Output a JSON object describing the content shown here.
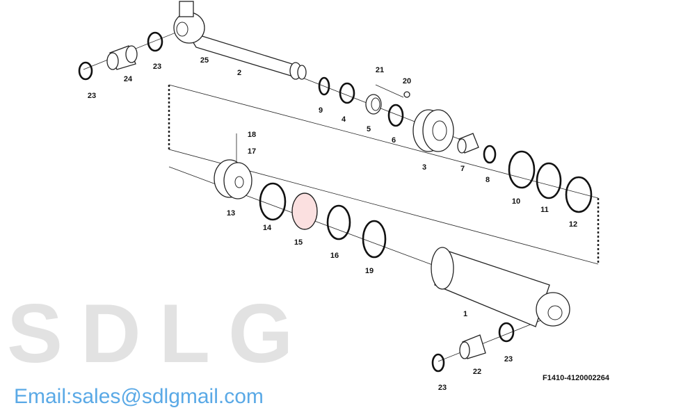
{
  "watermark": {
    "brand": "SDLG",
    "email": "Email:sales@sdlgmail.com"
  },
  "figure_code": "F1410-4120002264",
  "part_labels": [
    "23",
    "24",
    "23",
    "25",
    "2",
    "21",
    "20",
    "9",
    "4",
    "5",
    "6",
    "3",
    "7",
    "8",
    "10",
    "11",
    "12",
    "18",
    "17",
    "13",
    "14",
    "15",
    "16",
    "19",
    "1",
    "23",
    "22",
    "23"
  ]
}
